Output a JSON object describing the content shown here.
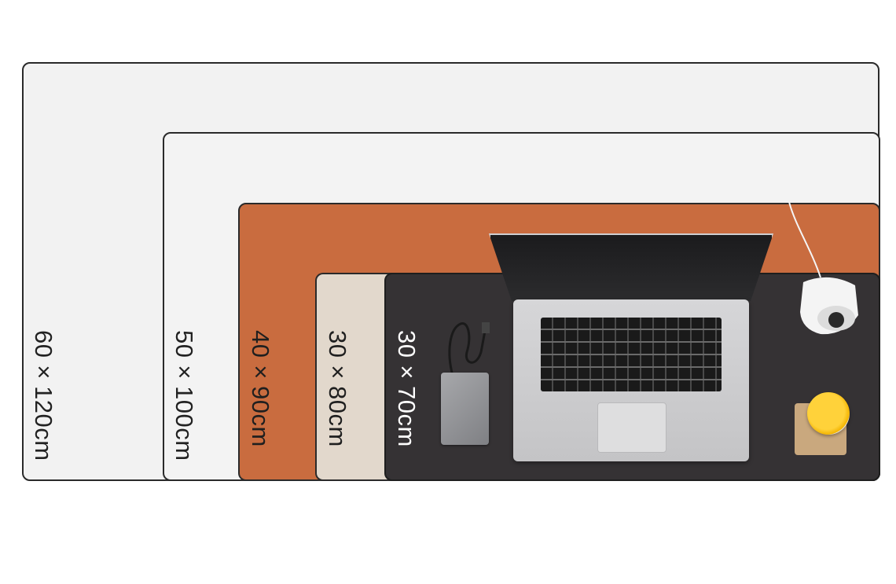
{
  "mats": [
    {
      "size": "60×120cm",
      "color": "#f2f2f2"
    },
    {
      "size": "50×100cm",
      "color": "#f3f3f3"
    },
    {
      "size": "40×90cm",
      "color": "#c96c3f"
    },
    {
      "size": "30×80cm",
      "color": "#e2d8cc"
    },
    {
      "size": "30×70cm",
      "color": "#353234"
    }
  ],
  "props": {
    "laptop": "laptop-icon",
    "hard_drive": "external-drive-icon",
    "lamp": "desk-lamp-icon",
    "drink": "juice-cup-icon"
  }
}
